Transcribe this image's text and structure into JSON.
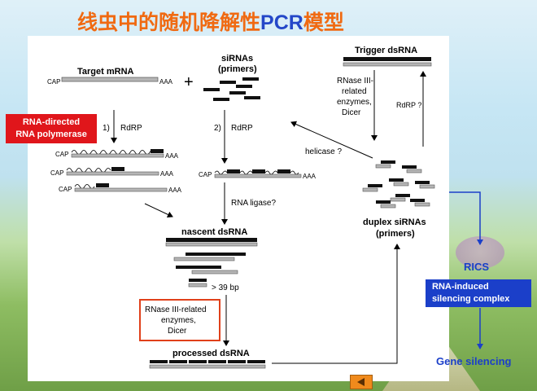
{
  "title": {
    "chinese": "线虫中的随机降解性",
    "pcr": "PCR",
    "suffix": "模型"
  },
  "diagram": {
    "target_mrna": "Target mRNA",
    "sirnas": "siRNAs",
    "primers": "(primers)",
    "plus": "+",
    "cap": "CAP",
    "aaa": "AAA",
    "step1": "1)",
    "rdrp": "RdRP",
    "step2": "2)",
    "rna_ligase": "RNA ligase?",
    "nascent_dsrna": "nascent dsRNA",
    "gt39": "> 39 bp",
    "rnase_box": [
      "RNase III-related",
      "enzymes,",
      "Dicer"
    ],
    "processed_dsrna": "processed dsRNA",
    "trigger_dsrna": "Trigger dsRNA",
    "rnase_right": [
      "RNase III-",
      "related",
      "enzymes,",
      "Dicer"
    ],
    "rdrp_q": "RdRP ?",
    "helicase": "helicase ?",
    "duplex": "duplex siRNAs",
    "duplex_primers": "(primers)"
  },
  "rdrp_box": [
    "RNA-directed",
    "RNA polymerase"
  ],
  "rics": "RICS",
  "risc_box": [
    "RNA-induced",
    "silencing complex"
  ],
  "gene_silencing": "Gene silencing",
  "colors": {
    "title_cn": "#f06a12",
    "title_pcr": "#2447c8",
    "red_box": "#e0161b",
    "blue": "#1b3fc9",
    "orange_box": "#e0401a"
  },
  "icons": {
    "nav": "back-arrow-icon"
  }
}
